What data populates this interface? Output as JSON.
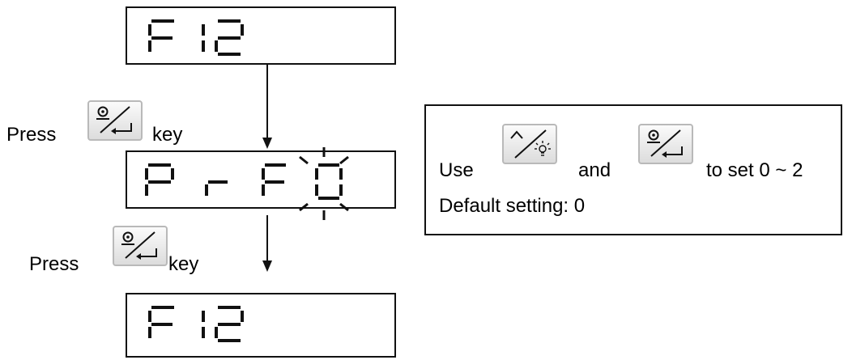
{
  "displays": {
    "top": {
      "chars": [
        "F",
        "1",
        "2"
      ]
    },
    "middle": {
      "chars": [
        "P",
        "r",
        "F",
        "0"
      ],
      "blinking_char": "0"
    },
    "bottom": {
      "chars": [
        "F",
        "1",
        "2"
      ]
    }
  },
  "steps": [
    {
      "prefix": "Press",
      "key": "enter-key",
      "suffix": "key"
    },
    {
      "prefix": "Press",
      "key": "enter-key",
      "suffix": "key"
    }
  ],
  "info_box": {
    "use_label": "Use",
    "and_label": "and",
    "range_text": "to set 0 ~ 2",
    "default_text": "Default setting: 0",
    "keys": [
      "up-light-key",
      "enter-key"
    ]
  },
  "colors": {
    "segment": "#111111",
    "key_border": "#b9b9b9"
  }
}
